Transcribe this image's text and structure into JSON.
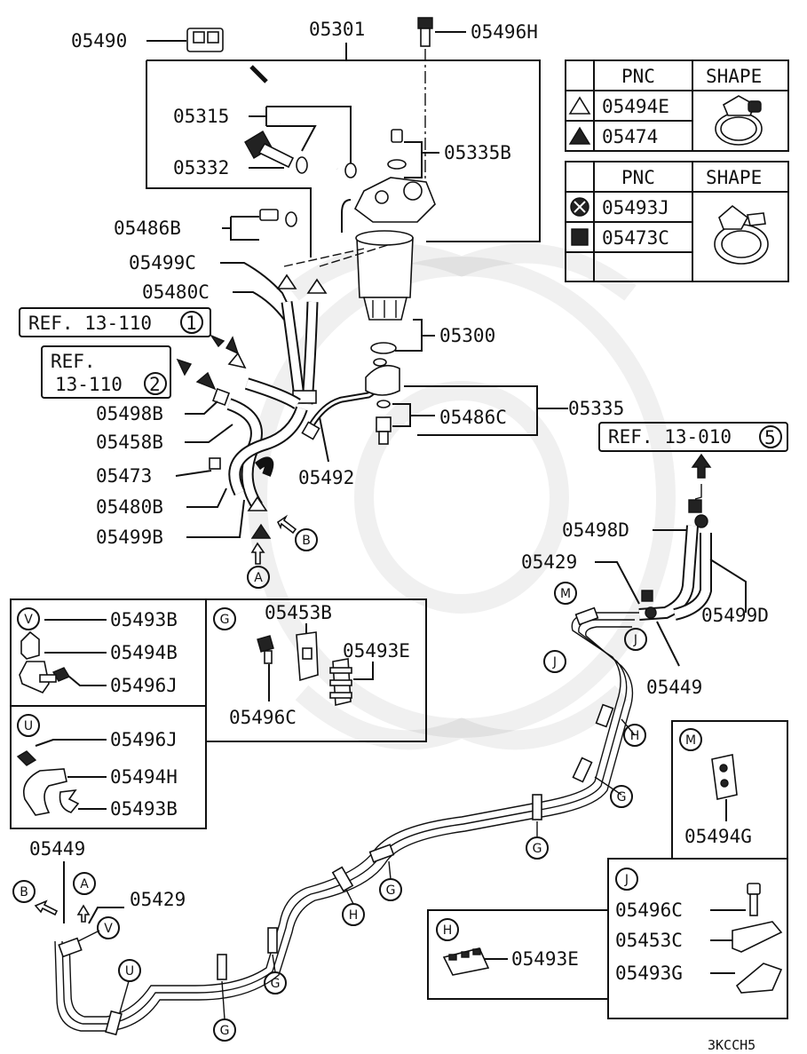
{
  "parts": {
    "p05490": "05490",
    "p05301": "05301",
    "p05496H": "05496H",
    "p05315": "05315",
    "p05332": "05332",
    "p05335B": "05335B",
    "p05486B": "05486B",
    "p05499C": "05499C",
    "p05480C": "05480C",
    "p05300": "05300",
    "p05498B": "05498B",
    "p05458B": "05458B",
    "p05473": "05473",
    "p05480B": "05480B",
    "p05499B": "05499B",
    "p05492": "05492",
    "p05335": "05335",
    "p05486C": "05486C",
    "p05498D": "05498D",
    "p05429_top": "05429",
    "p05499D": "05499D",
    "p05449_top": "05449",
    "p05449_bottom": "05449",
    "p05429_bottom": "05429"
  },
  "refs": {
    "ref1_text": "REF. 13-110",
    "ref1_num": "1",
    "ref2_line1": "REF.",
    "ref2_line2": "13-110",
    "ref2_num": "2",
    "ref5_text": "REF. 13-010",
    "ref5_num": "5"
  },
  "table1": {
    "header_pnc": "PNC",
    "header_shape": "SHAPE",
    "rows": [
      {
        "symbol": "triangle-outline",
        "pnc": "05494E"
      },
      {
        "symbol": "triangle-filled",
        "pnc": "05474"
      }
    ]
  },
  "table2": {
    "header_pnc": "PNC",
    "header_shape": "SHAPE",
    "rows": [
      {
        "symbol": "x-circle",
        "pnc": "05493J"
      },
      {
        "symbol": "square-filled",
        "pnc": "05473C"
      }
    ]
  },
  "detail_V": {
    "key": "V",
    "parts": [
      "05493B",
      "05494B",
      "05496J"
    ]
  },
  "detail_G": {
    "key": "G",
    "parts": [
      "05453B",
      "05496C",
      "05493E"
    ]
  },
  "detail_U": {
    "key": "U",
    "parts": [
      "05496J",
      "05494H",
      "05493B"
    ]
  },
  "detail_M": {
    "key": "M",
    "parts": [
      "05494G"
    ]
  },
  "detail_J": {
    "key": "J",
    "parts": [
      "05496C",
      "05453C",
      "05493G"
    ]
  },
  "detail_H": {
    "key": "H",
    "parts": [
      "05493E"
    ]
  },
  "markers": {
    "A": "A",
    "B": "B",
    "G": "G",
    "H": "H",
    "J": "J",
    "M": "M",
    "U": "U",
    "V": "V"
  },
  "diagram_code": "3KCCH5"
}
